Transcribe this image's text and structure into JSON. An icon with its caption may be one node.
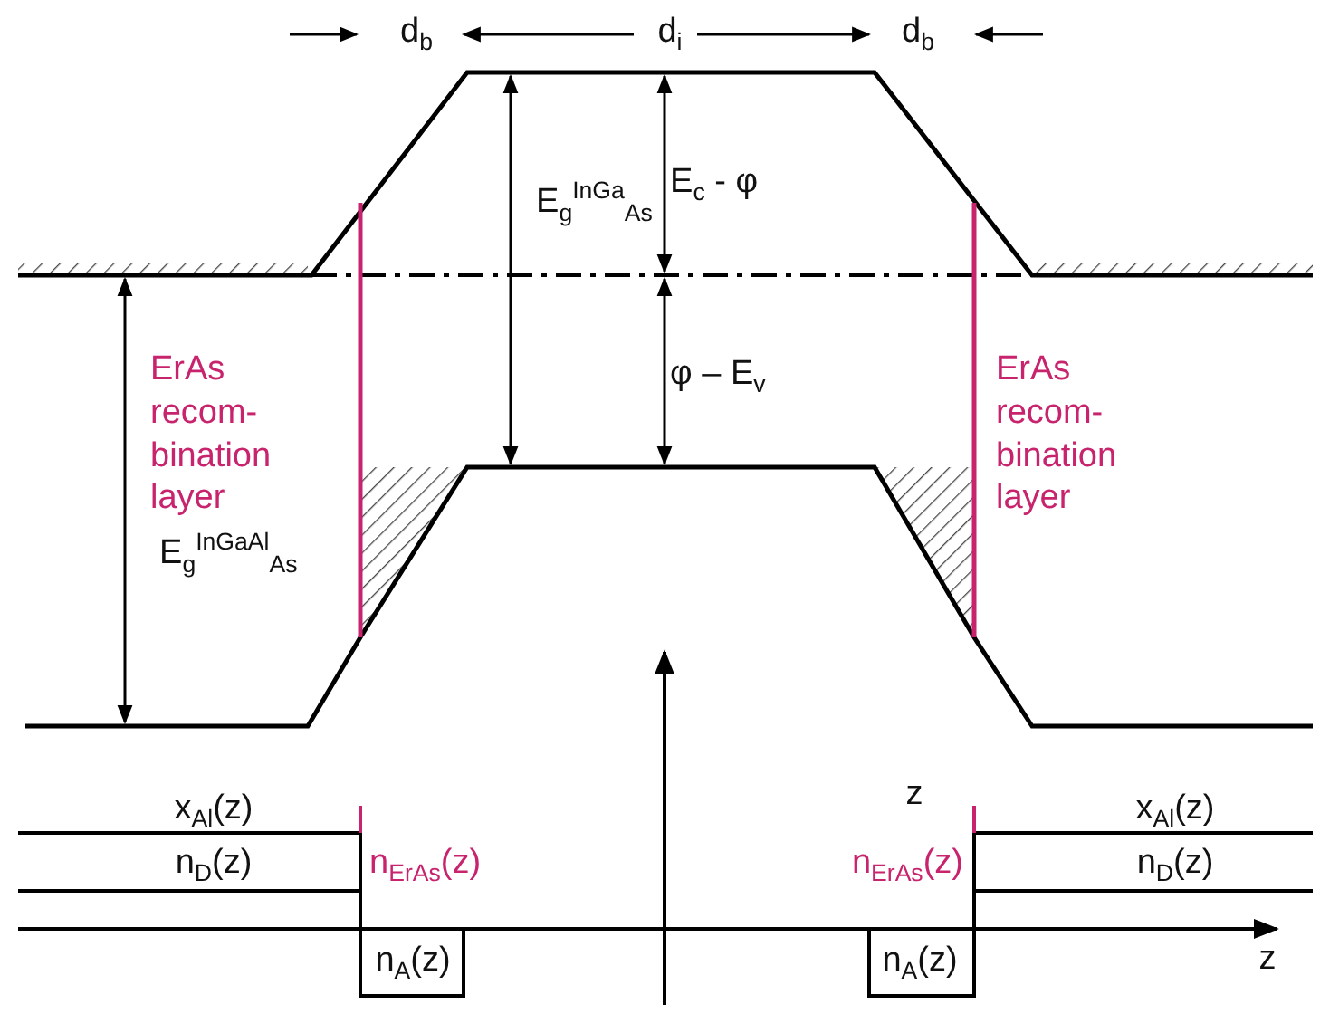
{
  "diagram": {
    "labels": [
      "d$_{b}$",
      "d$_{i}$",
      "d$_{b}$",
      "E$_{c}$ - φ",
      "E$_{g}$$^{InGa}$$_{As}$",
      "φ – E$_{v}$",
      "ErAs recom- bination layer",
      "ErAs recom- bination layer",
      "E$_{g}$$^{InGaAl}$$_{As}$",
      "z",
      "x$_{Al}$(z)",
      "x$_{Al}$(z)",
      "n$_{D}$(z)",
      "n$_{ErAs}$(z)",
      "n$_{ErAs}$(z)",
      "n$_{D}$(z)",
      "n$_{A}$(z)",
      "n$_{A}$(z)",
      "z"
    ]
  }
}
